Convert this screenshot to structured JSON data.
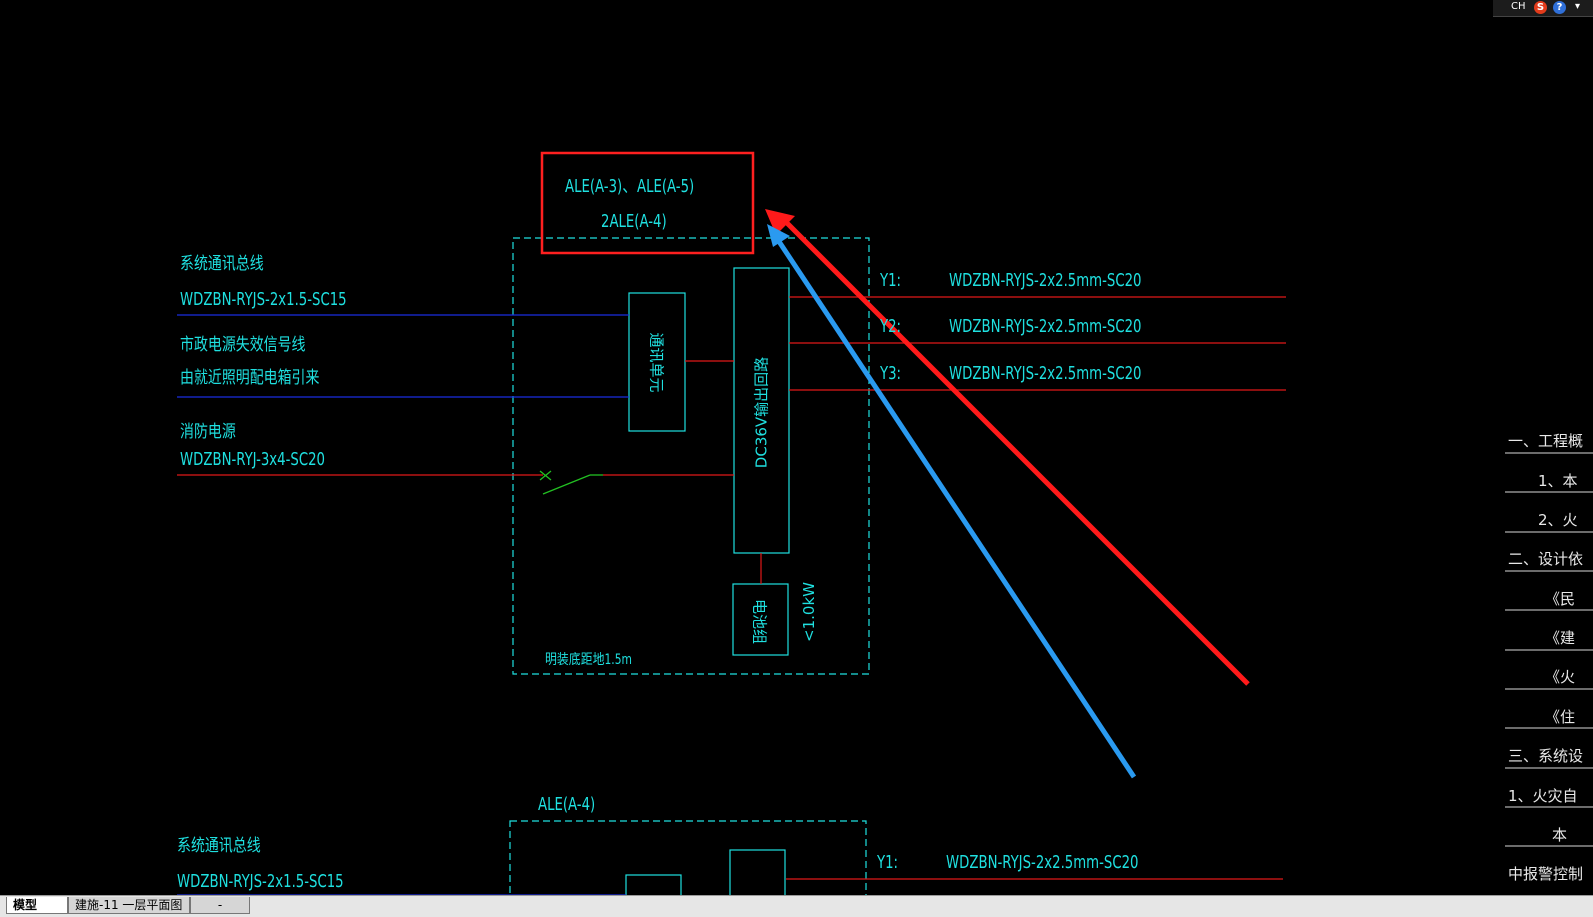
{
  "drawing": {
    "highlight_label_line1": "ALE(A-3)、ALE(A-5)",
    "highlight_label_line2": "2ALE(A-4)",
    "bus_title_1": "系统通讯总线",
    "bus_cable_1": "WDZBN-RYJS-2x1.5-SC15",
    "power_fail_title": "市政电源失效信号线",
    "power_fail_source": "由就近照明配电箱引来",
    "fire_power_title": "消防电源",
    "fire_power_cable": "WDZBN-RYJ-3x4-SC20",
    "comm_unit_label": "通讯单元",
    "output_circuit_label": "DC36V输出回路",
    "battery_label": "电池组",
    "battery_power": "<1.0kW",
    "mount_note": "明装底距地1.5m",
    "y1_label": "Y1:",
    "y1_cable": "WDZBN-RYJS-2x2.5mm-SC20",
    "y2_label": "Y2:",
    "y2_cable": "WDZBN-RYJS-2x2.5mm-SC20",
    "y3_label": "Y3:",
    "y3_cable": "WDZBN-RYJS-2x2.5mm-SC20",
    "second_box_label": "ALE(A-4)",
    "bus_title_2": "系统通讯总线",
    "bus_cable_2": "WDZBN-RYJS-2x1.5-SC15",
    "second_y1_label": "Y1:",
    "second_y1_cable": "WDZBN-RYJS-2x2.5mm-SC20"
  },
  "side_panel": {
    "items": [
      "一、工程概",
      "1、本",
      "2、火",
      "二、设计依",
      "《民",
      "《建",
      "《火",
      "《住",
      "三、系统设",
      "1、火灾自",
      "本",
      "中报警控制"
    ]
  },
  "top_bar": {
    "ime": "CH",
    "sogou": "S",
    "help": "?"
  },
  "tabs": {
    "model": "模型",
    "layout1": "建施-11 一层平面图",
    "layout2": "-"
  },
  "colors": {
    "cad_text": "#1fe0e0",
    "cad_red": "#e01818",
    "cad_blue": "#1a2ee0",
    "cad_green": "#22c022",
    "arrow_red": "#ff1a1a",
    "arrow_blue": "#2a9af0",
    "highlight_box": "#ff2020"
  }
}
